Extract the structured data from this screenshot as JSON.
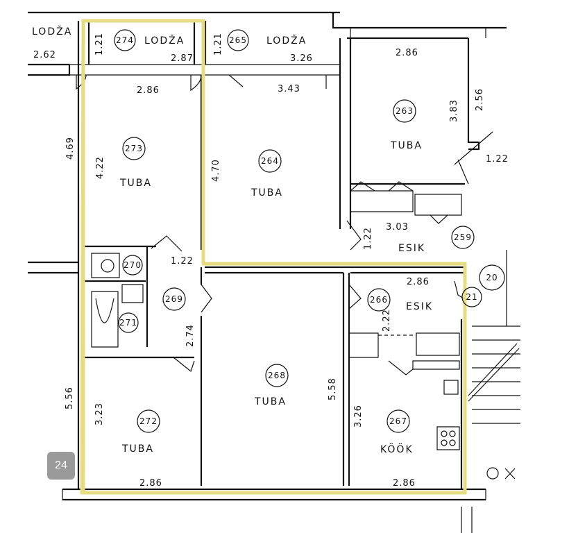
{
  "rooms": [
    {
      "id": "r274",
      "num": "274",
      "name": "LODŽA"
    },
    {
      "id": "r265",
      "num": "265",
      "name": "LODŽA"
    },
    {
      "id": "r263",
      "num": "263",
      "name": "TUBA"
    },
    {
      "id": "r273",
      "num": "273",
      "name": "TUBA"
    },
    {
      "id": "r264",
      "num": "264",
      "name": "TUBA"
    },
    {
      "id": "r259",
      "num": "259",
      "name": "ESIK"
    },
    {
      "id": "r270",
      "num": "270",
      "name": ""
    },
    {
      "id": "r269",
      "num": "269",
      "name": ""
    },
    {
      "id": "r271",
      "num": "271",
      "name": ""
    },
    {
      "id": "r266",
      "num": "266",
      "name": "ESIK"
    },
    {
      "id": "r268",
      "num": "268",
      "name": "TUBA"
    },
    {
      "id": "r272",
      "num": "272",
      "name": "TUBA"
    },
    {
      "id": "r267",
      "num": "267",
      "name": "KÖÖK"
    },
    {
      "id": "r20",
      "num": "20",
      "name": ""
    },
    {
      "id": "r21",
      "num": "21",
      "name": ""
    }
  ],
  "neighbor_label": "LODŽA",
  "dimensions": {
    "d_2_62": "2.62",
    "d_1_21_a": "1.21",
    "d_1_21_b": "1.21",
    "d_2_87": "2.87",
    "d_3_26_top": "3.26",
    "d_2_86_263": "2.86",
    "d_3_83": "3.83",
    "d_2_56": "2.56",
    "d_1_22_r": "1.22",
    "d_2_86_273": "2.86",
    "d_3_43": "3.43",
    "d_4_69": "4.69",
    "d_4_22": "4.22",
    "d_4_70": "4.70",
    "d_3_03": "3.03",
    "d_1_22_259": "1.22",
    "d_1_22_270": "1.22",
    "d_2_86_266": "2.86",
    "d_2_22": "2.22",
    "d_2_74": "2.74",
    "d_5_56": "5.56",
    "d_3_23": "3.23",
    "d_5_58": "5.58",
    "d_3_26_267": "3.26",
    "d_2_86_272": "2.86",
    "d_2_86_267": "2.86"
  },
  "page_badge": "24",
  "colors": {
    "highlight": "#e6dc82",
    "walls": "#111111",
    "badge": "#9a9a9a"
  }
}
